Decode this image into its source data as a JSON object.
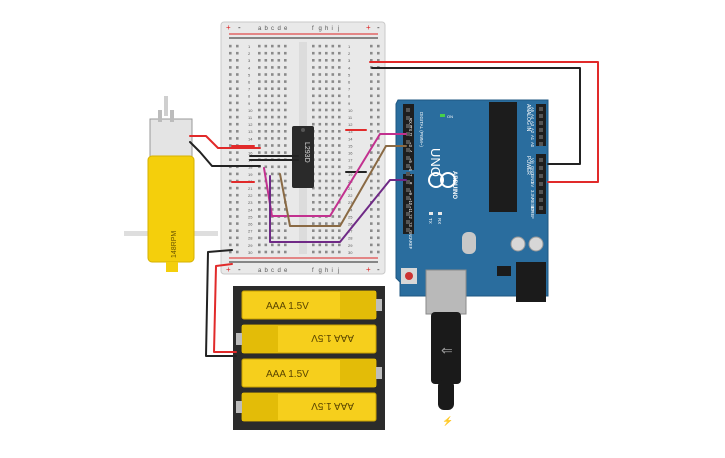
{
  "breadboard": {
    "columns_left": [
      "a",
      "b",
      "c",
      "d",
      "e"
    ],
    "columns_right": [
      "f",
      "g",
      "h",
      "i",
      "j"
    ],
    "rows": [
      "1",
      "2",
      "3",
      "4",
      "5",
      "6",
      "7",
      "8",
      "9",
      "10",
      "11",
      "12",
      "13",
      "14",
      "15",
      "16",
      "17",
      "18",
      "19",
      "20",
      "21",
      "22",
      "23",
      "24",
      "25",
      "26",
      "27",
      "28",
      "29",
      "30"
    ],
    "rail_plus": "+",
    "rail_minus": "-"
  },
  "motor_driver": {
    "label": "L293D"
  },
  "motor": {
    "label": "148RPM"
  },
  "arduino": {
    "model": "UNO",
    "brand": "ARDUINO",
    "digital_label": "DIGITAL (PWM~)",
    "analog_label": "ANALOG IN",
    "power_label": "POWER",
    "tx_label": "TX",
    "rx_label": "RX",
    "on_label": "ON",
    "digital_pins": [
      "RX 0",
      "TX 1",
      "2",
      "~3",
      "4",
      "~5",
      "~6",
      "7",
      "8",
      "~9",
      "~10",
      "~11",
      "12",
      "13",
      "GND",
      "AREF"
    ],
    "analog_pins": [
      "A5",
      "A4",
      "A3",
      "A2",
      "A1",
      "A0"
    ],
    "power_pins": [
      "Vin",
      "GND",
      "GND",
      "5V",
      "3.3V",
      "RESET",
      "IOREF"
    ]
  },
  "battery_pack": {
    "cells": [
      "AAA 1.5V",
      "AAA 1.5V",
      "AAA 1.5V",
      "AAA 1.5V"
    ]
  },
  "colors": {
    "wire_red": "#e12a2a",
    "wire_black": "#222222",
    "wire_magenta": "#c2318f",
    "wire_brown": "#8a6a44",
    "wire_purple": "#6f2a86",
    "arduino_blue": "#2a6d9e",
    "motor_yellow": "#f4cf0c",
    "battery_yellow": "#f6cf1c"
  }
}
